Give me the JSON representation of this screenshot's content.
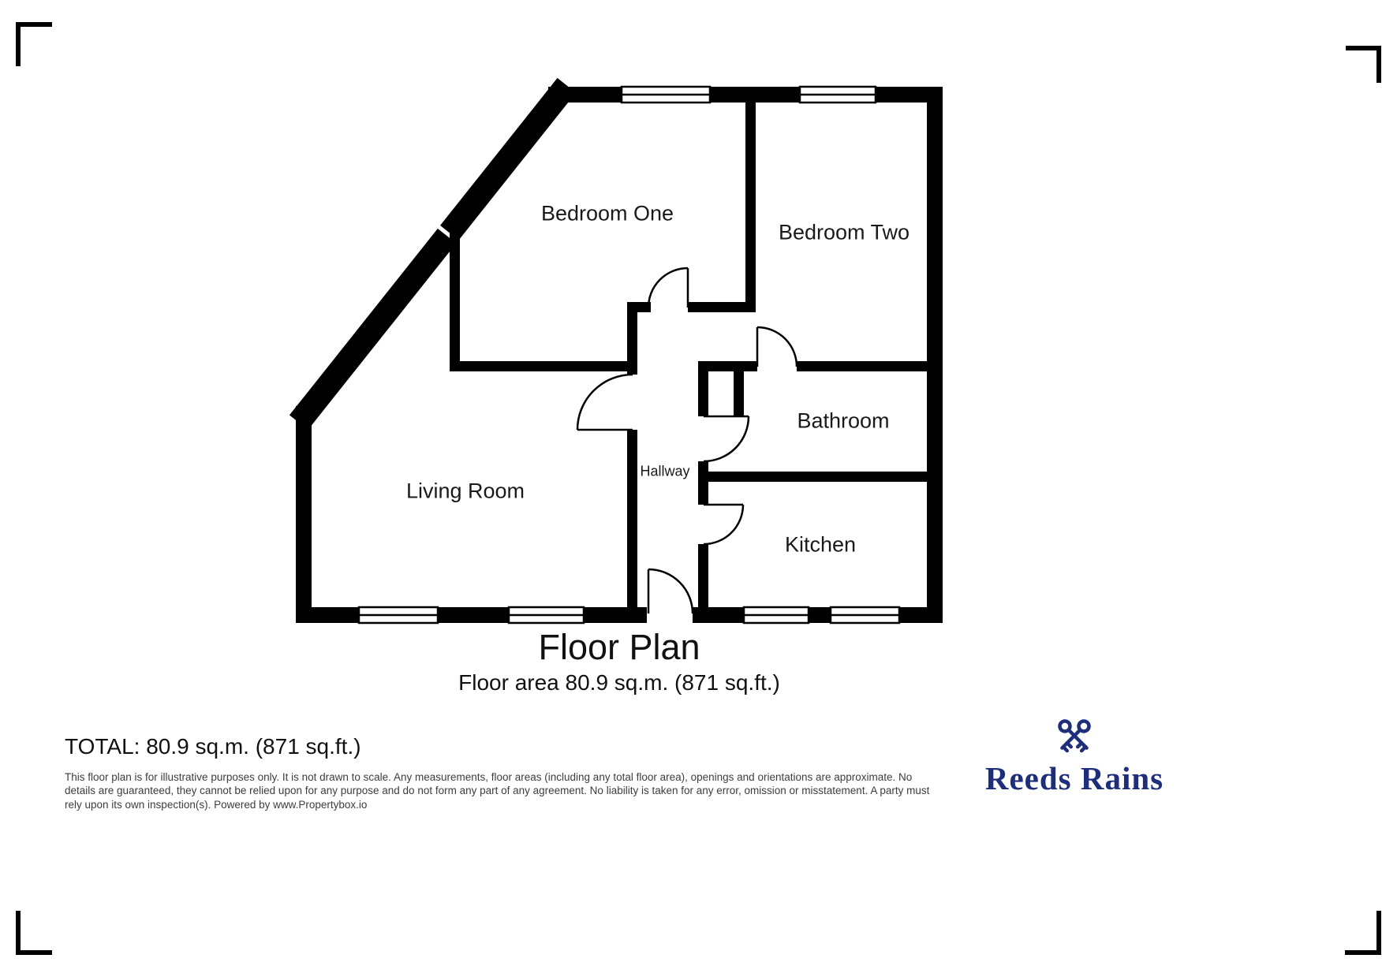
{
  "plan": {
    "title": "Floor Plan",
    "subtitle": "Floor area 80.9 sq.m. (871 sq.ft.)",
    "rooms": [
      {
        "name": "Bedroom One"
      },
      {
        "name": "Bedroom Two"
      },
      {
        "name": "Bathroom"
      },
      {
        "name": "Kitchen"
      },
      {
        "name": "Living Room"
      },
      {
        "name": "Hallway"
      }
    ]
  },
  "summary": {
    "total": "TOTAL: 80.9 sq.m. (871 sq.ft.)",
    "disclaimer": "This floor plan is for illustrative purposes only. It is not drawn to scale. Any measurements, floor areas (including any total floor area), openings and orientations are approximate. No details are guaranteed, they cannot be relied upon for any purpose and do not form any part of any agreement. No liability is taken for any error, omission or misstatement. A party must rely upon its own inspection(s). Powered by www.Propertybox.io"
  },
  "brand": {
    "name": "Reeds Rains",
    "color": "#1f2e7b",
    "icon": "crossed-keys-icon"
  },
  "colors": {
    "wall": "#000000",
    "background": "#ffffff"
  }
}
